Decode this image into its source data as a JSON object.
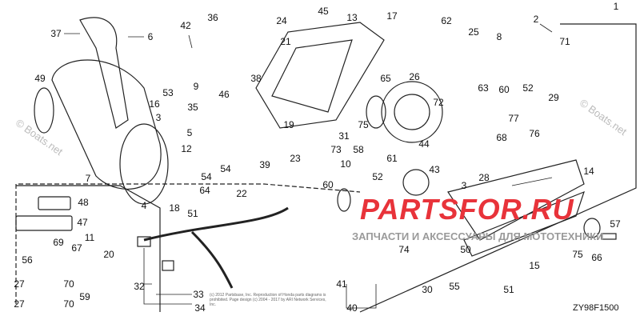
{
  "diagram": {
    "code": "ZY98F1500",
    "watermark_ru": "ЗАПЧАСТИ И АКСЕССУАРЫ ДЛЯ МОТОТЕХНИКИ",
    "watermark_logo": "PARTSFOR.RU",
    "watermark_boats": "© Boats.net",
    "copyright": "(c) 2012 Partsbase, Inc. Reproduction of Honda parts diagrams is prohibited. Page design (c) 2004 - 2017 by ARI Network Services, Inc.",
    "callouts": [
      "37",
      "6",
      "42",
      "36",
      "24",
      "45",
      "13",
      "17",
      "62",
      "2",
      "1",
      "71",
      "25",
      "8",
      "21",
      "9",
      "53",
      "38",
      "46",
      "49",
      "16",
      "3",
      "65",
      "26",
      "63",
      "60",
      "52",
      "72",
      "29",
      "77",
      "76",
      "35",
      "5",
      "19",
      "75",
      "31",
      "73",
      "58",
      "10",
      "61",
      "44",
      "43",
      "52",
      "68",
      "28",
      "3",
      "14",
      "12",
      "54",
      "54",
      "64",
      "22",
      "39",
      "23",
      "7",
      "4",
      "18",
      "51",
      "60",
      "48",
      "47",
      "11",
      "20",
      "69",
      "67",
      "56",
      "27",
      "70",
      "59",
      "27",
      "70",
      "32",
      "33",
      "34",
      "41",
      "40",
      "74",
      "50",
      "30",
      "55",
      "51",
      "15",
      "75",
      "66",
      "57"
    ]
  }
}
